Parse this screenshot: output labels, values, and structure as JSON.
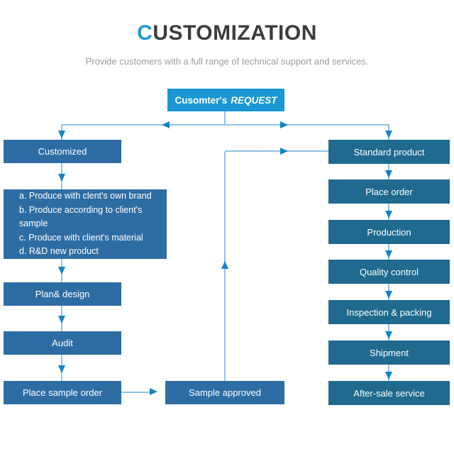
{
  "header": {
    "title_first_letter": "C",
    "title_rest": "USTOMIZATION",
    "subtitle": "Provide customers with a full range of technical support and services."
  },
  "flow": {
    "request_box": {
      "text_normal": "Cusomter's",
      "text_italic": "REQUEST"
    },
    "left_branch": {
      "customized": "Customized",
      "options": [
        "a. Produce with clent's own brand",
        "b. Produce according to client's sample",
        "c. Produce with client's material",
        "d. R&D new product"
      ],
      "plan_design": "Plan& design",
      "audit": "Audit",
      "place_sample_order": "Place sample order"
    },
    "center": {
      "sample_approved": "Sample approved"
    },
    "right_branch": {
      "steps": [
        "Standard product",
        "Place order",
        "Production",
        "Quality control",
        "Inspection & packing",
        "Shipment",
        "After-sale service"
      ]
    }
  },
  "colors": {
    "bright": "#1897d4",
    "steel": "#2e6da4",
    "teal": "#1f6a8e",
    "line": "#8fc4e6",
    "arrow": "#1483c4",
    "title_accent": "#1d9ad8",
    "title_text": "#3c3c3c",
    "subtitle_text": "#9c9c9c"
  }
}
